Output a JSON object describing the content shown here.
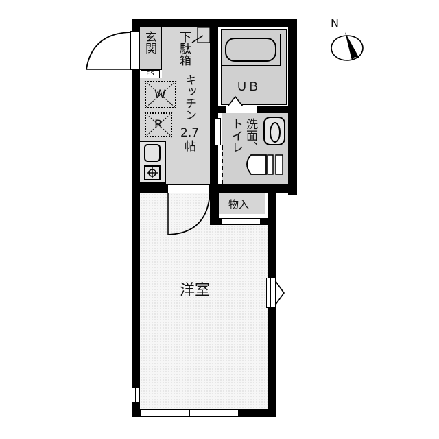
{
  "floorplan": {
    "rooms": {
      "entrance": "玄関",
      "shoe_box": "下駄箱",
      "kitchen": "キッチン",
      "kitchen_size": "2.7",
      "kitchen_unit": "帖",
      "bath": "ＵＢ",
      "washroom": "洗面、",
      "toilet": "トイレ",
      "storage": "物入",
      "western_room": "洋室"
    },
    "fixtures": {
      "floor_storage": "F.S",
      "washer_w": "W",
      "fridge_r": "R"
    },
    "compass": {
      "label": "N"
    }
  }
}
